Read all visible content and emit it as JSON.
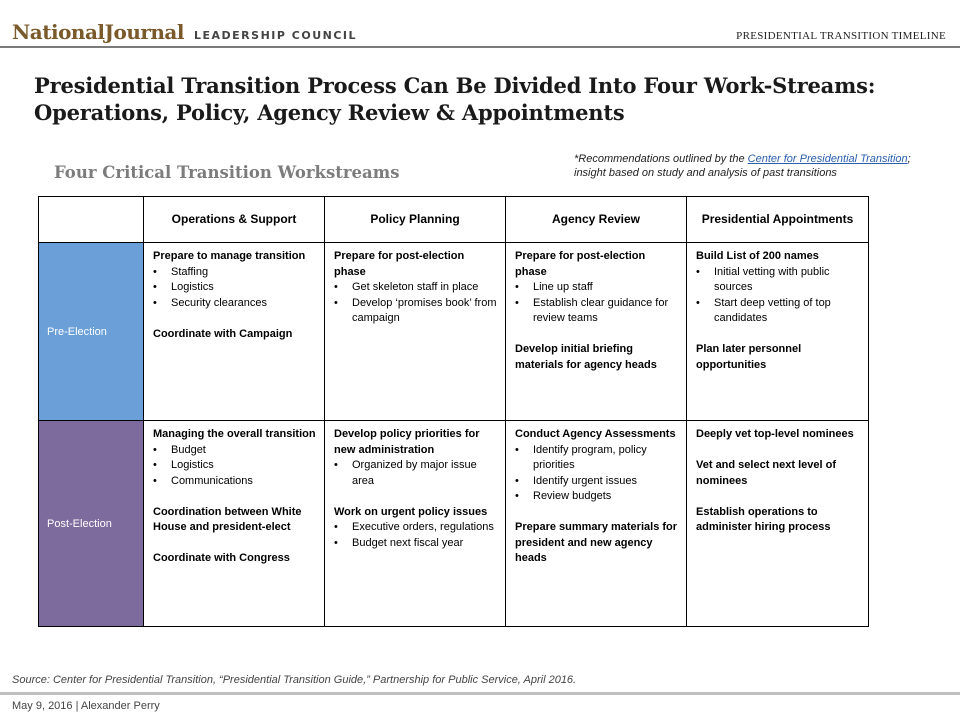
{
  "header": {
    "logo_name": "NationalJournal",
    "logo_sub": "LEADERSHIP COUNCIL",
    "right_label": "PRESIDENTIAL TRANSITION TIMELINE"
  },
  "title": "Presidential Transition Process Can Be Divided Into Four Work-Streams: Operations, Policy, Agency Review & Appointments",
  "subtitle": "Four Critical Transition Workstreams",
  "note": {
    "prefix": "*Recommendations outlined by the ",
    "link": "Center for Presidential Transition",
    "suffix": "; insight based on study and analysis of past transitions"
  },
  "table": {
    "columns": [
      "Operations & Support",
      "Policy Planning",
      "Agency Review",
      "Presidential Appointments"
    ],
    "rows": [
      {
        "label": "Pre-Election",
        "cells": [
          [
            {
              "h": "Prepare to manage transition"
            },
            {
              "b": [
                "Staffing",
                "Logistics",
                "Security clearances"
              ]
            },
            {
              "gap": true
            },
            {
              "h": "Coordinate with Campaign"
            }
          ],
          [
            {
              "h": "Prepare for post-election phase"
            },
            {
              "b": [
                "Get skeleton staff in place",
                "Develop ‘promises book’ from campaign"
              ]
            }
          ],
          [
            {
              "h": "Prepare for post-election phase"
            },
            {
              "b": [
                "Line up staff",
                "Establish clear guidance for review teams"
              ]
            },
            {
              "gap": true
            },
            {
              "h": "Develop initial briefing materials for agency heads"
            }
          ],
          [
            {
              "h": "Build List of 200 names"
            },
            {
              "b": [
                "Initial vetting with public sources",
                "Start deep vetting of top candidates"
              ]
            },
            {
              "gap": true
            },
            {
              "h": "Plan later personnel opportunities"
            }
          ]
        ]
      },
      {
        "label": "Post-Election",
        "cells": [
          [
            {
              "h": "Managing the overall transition"
            },
            {
              "b": [
                "Budget",
                "Logistics",
                "Communications"
              ]
            },
            {
              "gap": true
            },
            {
              "h": "Coordination between White House and president-elect"
            },
            {
              "gap": true
            },
            {
              "h": "Coordinate with Congress"
            }
          ],
          [
            {
              "h": "Develop policy priorities for new administration"
            },
            {
              "b": [
                "Organized by major issue area"
              ]
            },
            {
              "gap": true
            },
            {
              "h": "Work on urgent policy issues"
            },
            {
              "b": [
                "Executive orders, regulations",
                "Budget next fiscal year"
              ]
            }
          ],
          [
            {
              "h": "Conduct Agency Assessments"
            },
            {
              "b": [
                "Identify program, policy priorities",
                "Identify urgent issues",
                "Review budgets"
              ]
            },
            {
              "gap": true
            },
            {
              "h": "Prepare summary materials for president and new agency heads"
            }
          ],
          [
            {
              "h": "Deeply vet top-level nominees"
            },
            {
              "gap": true
            },
            {
              "h": "Vet and select next level of nominees"
            },
            {
              "gap": true
            },
            {
              "h": "Establish operations to administer hiring process"
            }
          ]
        ]
      }
    ]
  },
  "source": "Source: Center for Presidential Transition, “Presidential Transition Guide,” Partnership for Public Service, April 2016.",
  "footer": "May 9, 2016  |  Alexander Perry"
}
